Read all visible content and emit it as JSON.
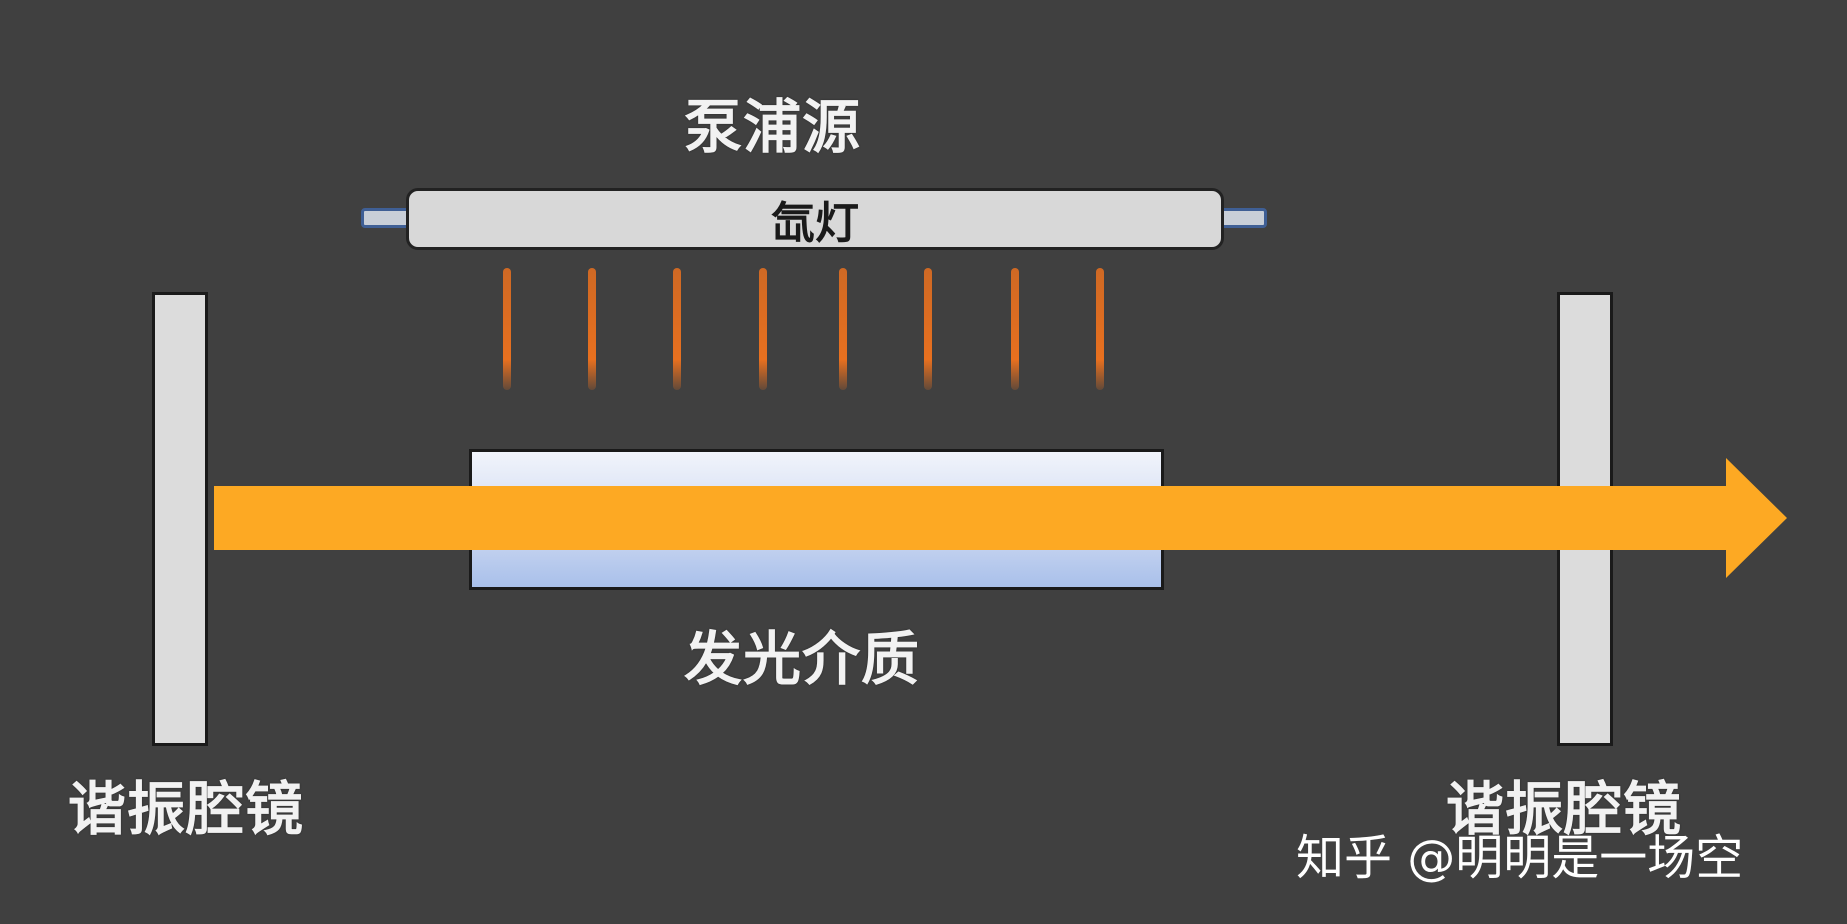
{
  "labels": {
    "pump_source": "泵浦源",
    "lamp": "氙灯",
    "gain_medium": "发光介质",
    "mirror_left": "谐振腔镜",
    "mirror_right": "谐振腔镜"
  },
  "watermark": "知乎 @明明是一场空",
  "colors": {
    "background": "#404040",
    "beam": "#fda923",
    "pump_rays": "#e8701f",
    "lamp_tube": "#d8d8d8",
    "mirror": "#dcdcdc",
    "electrode_border": "#3f5f95",
    "medium_top": "#f1f4fb",
    "medium_bottom": "#a9c0ea",
    "label_text": "#f2f2f2"
  },
  "pump_ray_count": 8
}
